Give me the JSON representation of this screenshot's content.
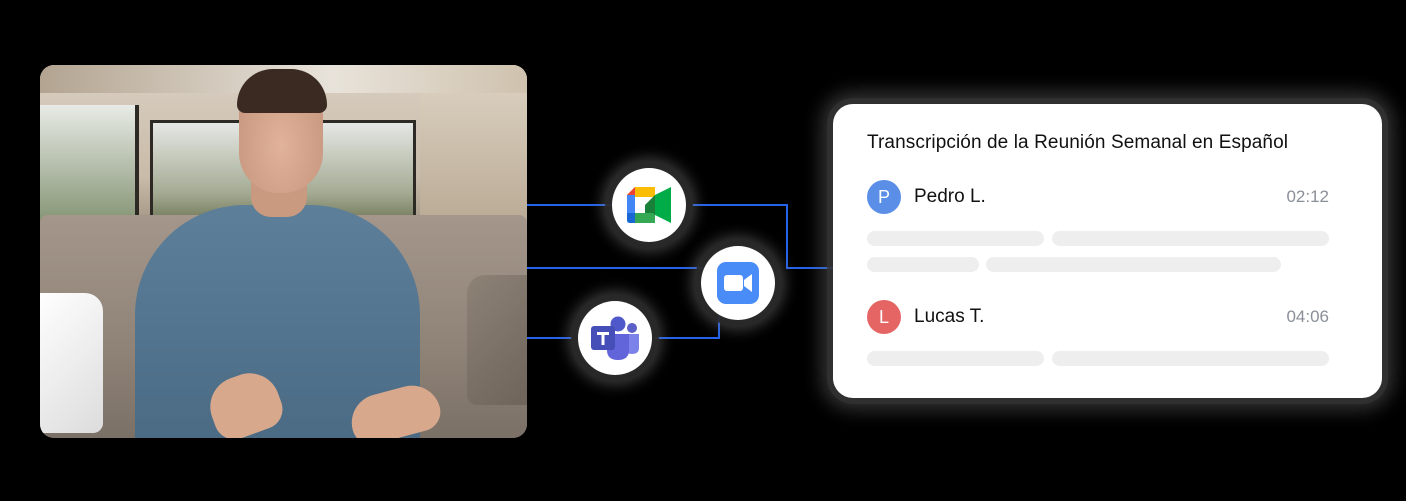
{
  "video_feed": {
    "description": "Man in blue sweater speaking on a sofa in a living room"
  },
  "integrations": [
    {
      "name": "Google Meet",
      "icon": "google-meet-icon"
    },
    {
      "name": "Zoom",
      "icon": "zoom-icon",
      "color": "#4a8cf7"
    },
    {
      "name": "Microsoft Teams",
      "icon": "microsoft-teams-icon",
      "color": "#4b53bc"
    }
  ],
  "connector_color": "#2563eb",
  "transcript": {
    "title": "Transcripción de la Reunión Semanal en Español",
    "entries": [
      {
        "initial": "P",
        "speaker": "Pedro L.",
        "time": "02:12",
        "avatar_color": "#5b8ee6"
      },
      {
        "initial": "L",
        "speaker": "Lucas T.",
        "time": "04:06",
        "avatar_color": "#e56565"
      }
    ]
  }
}
